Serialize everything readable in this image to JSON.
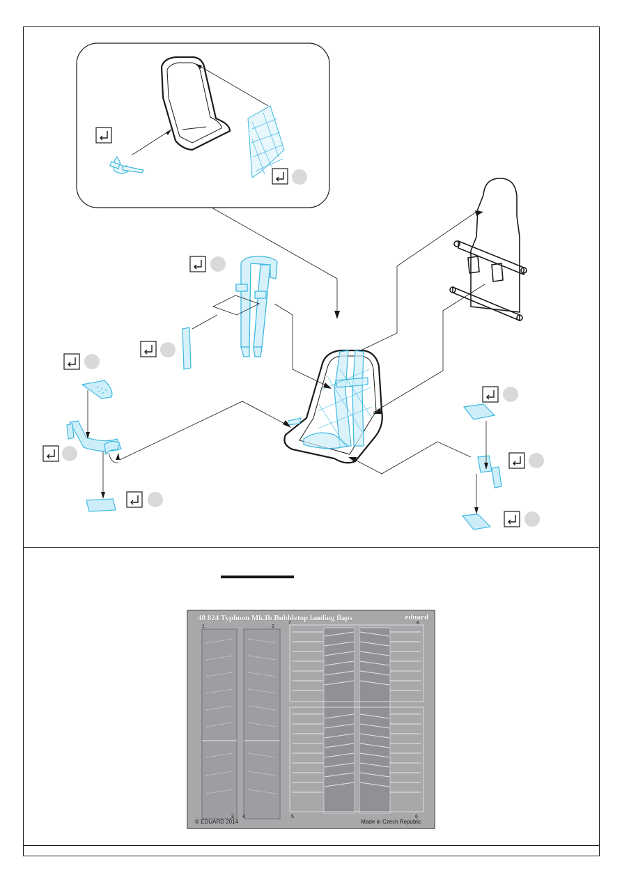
{
  "fret": {
    "title": "48 824 Typhoon Mk.Ib Bubbletop landing flaps",
    "brand": "eduard",
    "copyright": "© EDUARD 2014",
    "made_in": "Made in Czech Republic",
    "part_numbers": [
      "1",
      "2",
      "3",
      "4",
      "5",
      "6",
      "7",
      "8"
    ]
  },
  "colors": {
    "line": "#1a1a1a",
    "pe_blue": "#3fb8e0",
    "pe_fill": "#bfe8f6",
    "circle": "#d9d9d9",
    "fret_metal": "#a6a8aa"
  },
  "icons": {
    "bend": "bend-arrow-icon",
    "marker": "numbered-circle-icon"
  }
}
